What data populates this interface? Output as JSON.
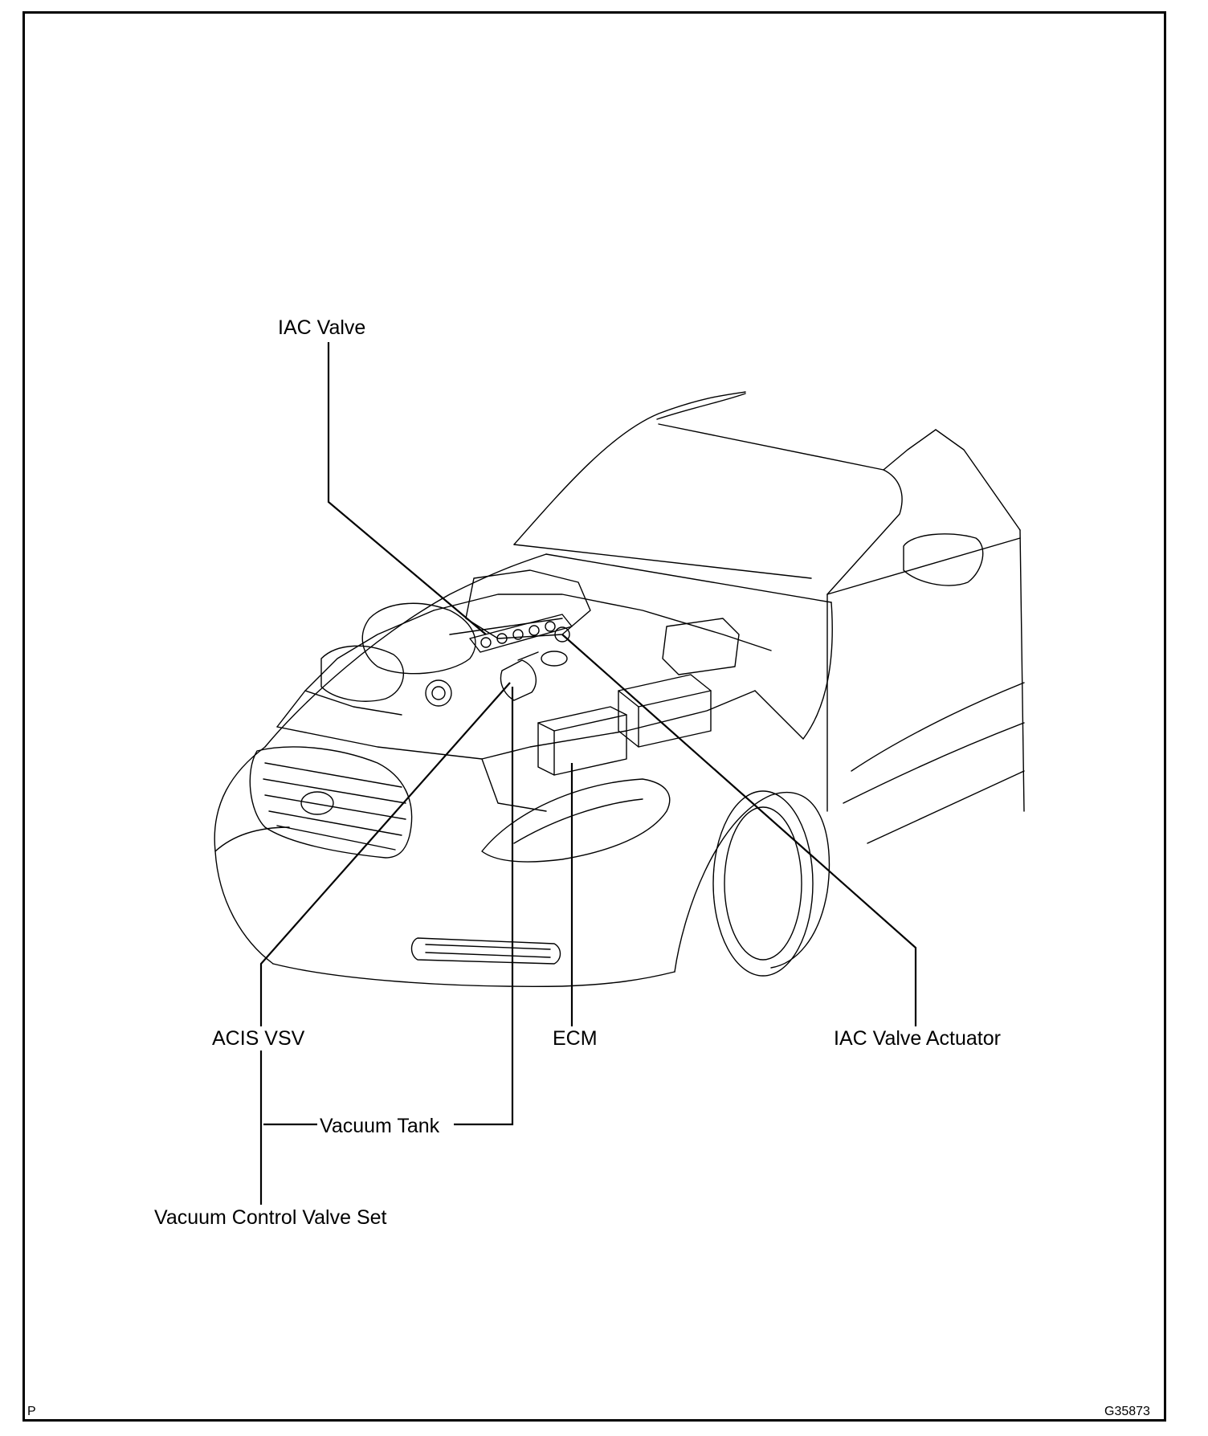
{
  "labels": {
    "iac_valve": "IAC Valve",
    "acis_vsv": "ACIS VSV",
    "ecm": "ECM",
    "iac_valve_actuator": "IAC Valve Actuator",
    "vacuum_tank": "Vacuum Tank",
    "vacuum_control_valve_set": "Vacuum Control Valve Set"
  },
  "corner": {
    "left": "P",
    "right": "G35873"
  }
}
